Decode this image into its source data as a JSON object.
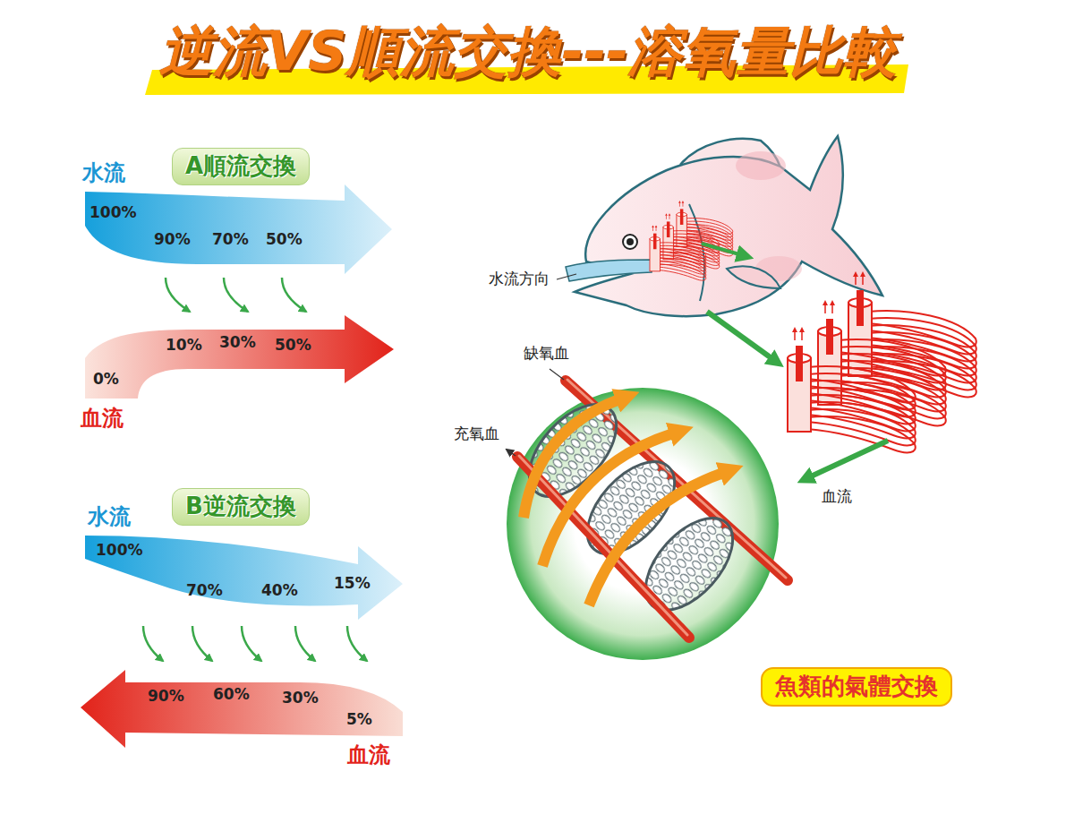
{
  "diagram": {
    "title": "逆流VS順流交換---溶氧量比較",
    "nodes": [
      {
        "text": [
          "A順流交換"
        ]
      },
      {
        "text": [
          "水流",
          "100%",
          "90%",
          "70%",
          "50%"
        ]
      },
      {
        "text": [
          "0%",
          "10%",
          "30%",
          "50%",
          "血流"
        ]
      },
      {
        "text": [
          "B逆流交換"
        ]
      },
      {
        "text": [
          "水流",
          "100%",
          "70%",
          "40%",
          "15%"
        ]
      },
      {
        "text": [
          "90%",
          "60%",
          "30%",
          "5%",
          "血流"
        ]
      },
      {
        "text": [
          "魚類的氣體交換"
        ]
      }
    ],
    "edges": [
      {
        "from": 1,
        "to": 2,
        "arrow": "to"
      },
      {
        "from": 1,
        "to": 2,
        "arrow": "to"
      },
      {
        "from": 1,
        "to": 2,
        "arrow": "to"
      },
      {
        "from": 4,
        "to": 5,
        "arrow": "to"
      },
      {
        "from": 4,
        "to": 5,
        "arrow": "to"
      },
      {
        "from": 4,
        "to": 5,
        "arrow": "to"
      },
      {
        "from": 4,
        "to": 5,
        "arrow": "to"
      },
      {
        "from": 4,
        "to": 5,
        "arrow": "to"
      }
    ],
    "labels": [
      "水流方向",
      "缺氧血",
      "充氧血",
      "血流"
    ]
  }
}
